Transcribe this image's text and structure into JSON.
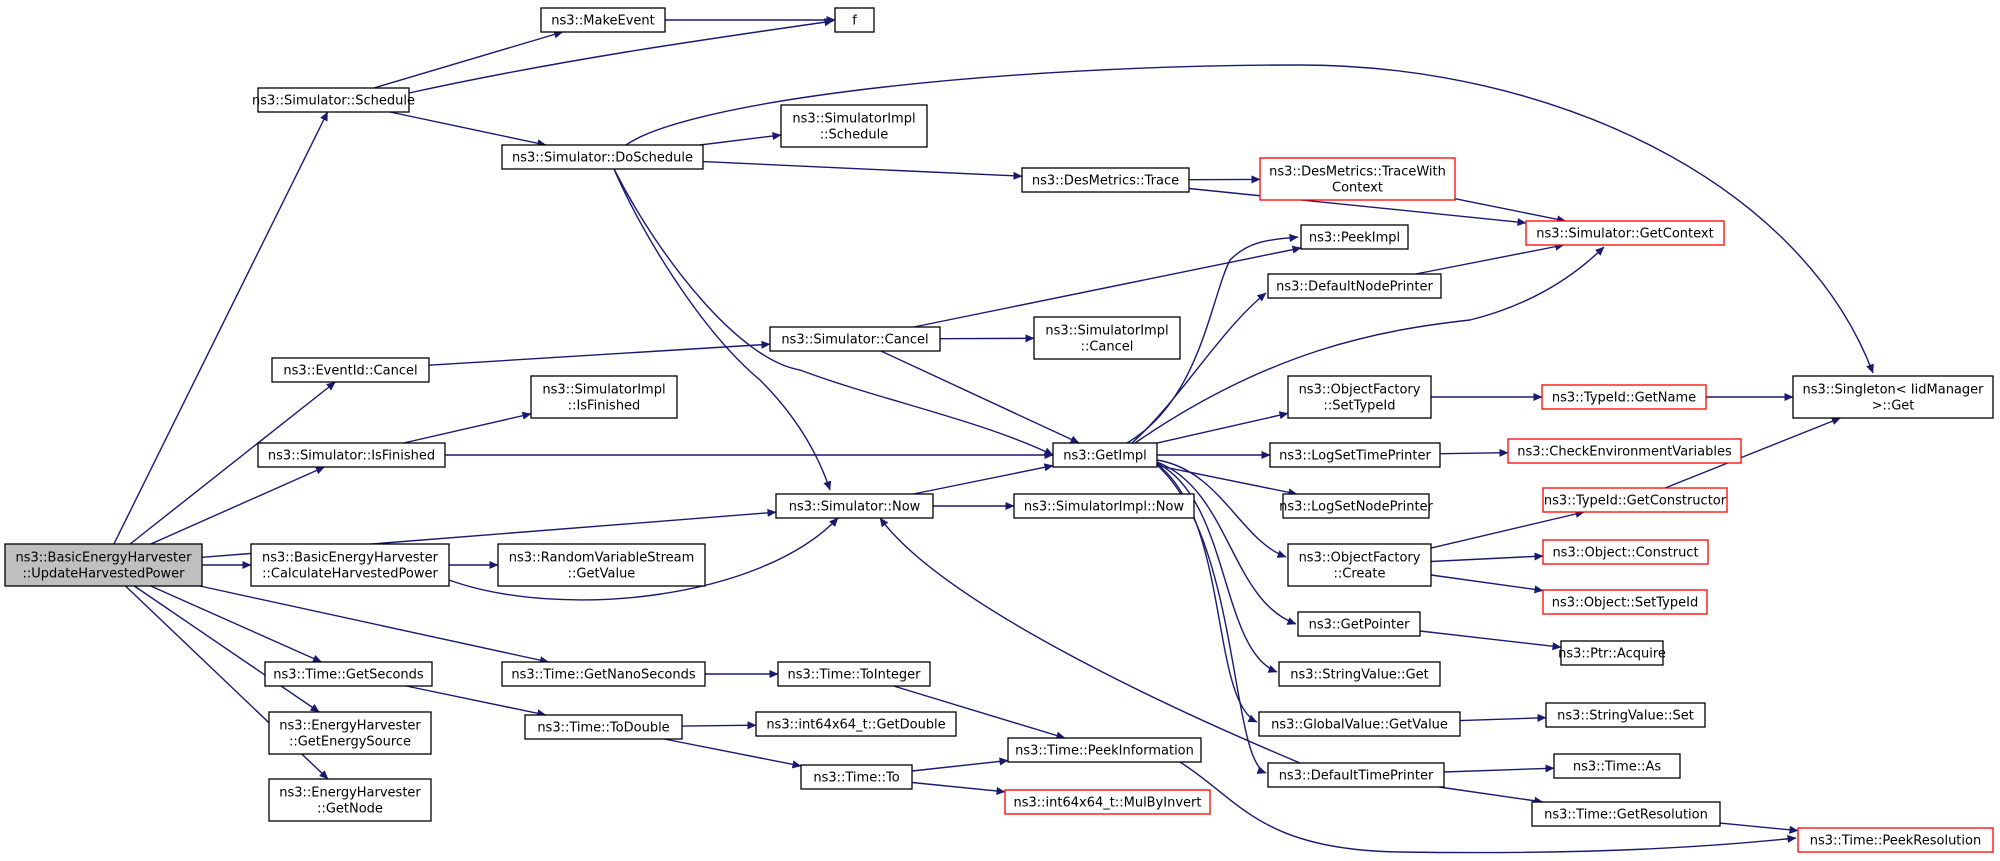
{
  "colors": {
    "edge": "#191970",
    "node_border": "#000000",
    "incomplete_border": "#ff0000",
    "root_fill": "#bfbfbf",
    "node_fill": "#ffffff"
  },
  "nodes": [
    {
      "id": "root",
      "lines": [
        "ns3::BasicEnergyHarvester",
        "::UpdateHarvestedPower"
      ],
      "style": "root"
    },
    {
      "id": "sched",
      "lines": [
        "ns3::Simulator::Schedule"
      ],
      "style": "normal"
    },
    {
      "id": "makeevent",
      "lines": [
        "ns3::MakeEvent"
      ],
      "style": "normal"
    },
    {
      "id": "f",
      "lines": [
        "f"
      ],
      "style": "normal"
    },
    {
      "id": "dosched",
      "lines": [
        "ns3::Simulator::DoSchedule"
      ],
      "style": "normal"
    },
    {
      "id": "implsched",
      "lines": [
        "ns3::SimulatorImpl",
        "::Schedule"
      ],
      "style": "normal"
    },
    {
      "id": "destrace",
      "lines": [
        "ns3::DesMetrics::Trace"
      ],
      "style": "normal"
    },
    {
      "id": "destracectx",
      "lines": [
        "ns3::DesMetrics::TraceWith",
        "Context"
      ],
      "style": "incomplete"
    },
    {
      "id": "getcontext",
      "lines": [
        "ns3::Simulator::GetContext"
      ],
      "style": "incomplete"
    },
    {
      "id": "peekimpl",
      "lines": [
        "ns3::PeekImpl"
      ],
      "style": "normal"
    },
    {
      "id": "defnodeprinter",
      "lines": [
        "ns3::DefaultNodePrinter"
      ],
      "style": "normal"
    },
    {
      "id": "eventcancel",
      "lines": [
        "ns3::EventId::Cancel"
      ],
      "style": "normal"
    },
    {
      "id": "simcancel",
      "lines": [
        "ns3::Simulator::Cancel"
      ],
      "style": "normal"
    },
    {
      "id": "implcancel",
      "lines": [
        "ns3::SimulatorImpl",
        "::Cancel"
      ],
      "style": "normal"
    },
    {
      "id": "implfinished",
      "lines": [
        "ns3::SimulatorImpl",
        "::IsFinished"
      ],
      "style": "normal"
    },
    {
      "id": "simfinished",
      "lines": [
        "ns3::Simulator::IsFinished"
      ],
      "style": "normal"
    },
    {
      "id": "getimpl",
      "lines": [
        "ns3::GetImpl"
      ],
      "style": "normal"
    },
    {
      "id": "ofsettypeid",
      "lines": [
        "ns3::ObjectFactory",
        "::SetTypeId"
      ],
      "style": "normal"
    },
    {
      "id": "typeidgetname",
      "lines": [
        "ns3::TypeId::GetName"
      ],
      "style": "incomplete"
    },
    {
      "id": "singleton",
      "lines": [
        "ns3::Singleton< IidManager",
        " >::Get"
      ],
      "style": "normal"
    },
    {
      "id": "logsettimeprinter",
      "lines": [
        "ns3::LogSetTimePrinter"
      ],
      "style": "normal"
    },
    {
      "id": "checkenv",
      "lines": [
        "ns3::CheckEnvironmentVariables"
      ],
      "style": "incomplete"
    },
    {
      "id": "simnow",
      "lines": [
        "ns3::Simulator::Now"
      ],
      "style": "normal"
    },
    {
      "id": "implnow",
      "lines": [
        "ns3::SimulatorImpl::Now"
      ],
      "style": "normal"
    },
    {
      "id": "logsetnodeprinter",
      "lines": [
        "ns3::LogSetNodePrinter"
      ],
      "style": "normal"
    },
    {
      "id": "getconstructor",
      "lines": [
        "ns3::TypeId::GetConstructor"
      ],
      "style": "incomplete"
    },
    {
      "id": "calcharvested",
      "lines": [
        "ns3::BasicEnergyHarvester",
        "::CalculateHarvestedPower"
      ],
      "style": "normal"
    },
    {
      "id": "rvsgetvalue",
      "lines": [
        "ns3::RandomVariableStream",
        "::GetValue"
      ],
      "style": "normal"
    },
    {
      "id": "ofcreate",
      "lines": [
        "ns3::ObjectFactory",
        "::Create"
      ],
      "style": "normal"
    },
    {
      "id": "objconstruct",
      "lines": [
        "ns3::Object::Construct"
      ],
      "style": "incomplete"
    },
    {
      "id": "objsettypeid",
      "lines": [
        "ns3::Object::SetTypeId"
      ],
      "style": "incomplete"
    },
    {
      "id": "getpointer",
      "lines": [
        "ns3::GetPointer"
      ],
      "style": "normal"
    },
    {
      "id": "ptracquire",
      "lines": [
        "ns3::Ptr::Acquire"
      ],
      "style": "normal"
    },
    {
      "id": "timegetseconds",
      "lines": [
        "ns3::Time::GetSeconds"
      ],
      "style": "normal"
    },
    {
      "id": "timegetnano",
      "lines": [
        "ns3::Time::GetNanoSeconds"
      ],
      "style": "normal"
    },
    {
      "id": "timetointeger",
      "lines": [
        "ns3::Time::ToInteger"
      ],
      "style": "normal"
    },
    {
      "id": "stringvalueget",
      "lines": [
        "ns3::StringValue::Get"
      ],
      "style": "normal"
    },
    {
      "id": "ehgetenergysource",
      "lines": [
        "ns3::EnergyHarvester",
        "::GetEnergySource"
      ],
      "style": "normal"
    },
    {
      "id": "timetodouble",
      "lines": [
        "ns3::Time::ToDouble"
      ],
      "style": "normal"
    },
    {
      "id": "i64getdouble",
      "lines": [
        "ns3::int64x64_t::GetDouble"
      ],
      "style": "normal"
    },
    {
      "id": "globalgetvalue",
      "lines": [
        "ns3::GlobalValue::GetValue"
      ],
      "style": "normal"
    },
    {
      "id": "stringvalueset",
      "lines": [
        "ns3::StringValue::Set"
      ],
      "style": "normal"
    },
    {
      "id": "peekinfo",
      "lines": [
        "ns3::Time::PeekInformation"
      ],
      "style": "normal"
    },
    {
      "id": "timeto",
      "lines": [
        "ns3::Time::To"
      ],
      "style": "normal"
    },
    {
      "id": "deftimeprinter",
      "lines": [
        "ns3::DefaultTimePrinter"
      ],
      "style": "normal"
    },
    {
      "id": "timeas",
      "lines": [
        "ns3::Time::As"
      ],
      "style": "normal"
    },
    {
      "id": "ehgetnode",
      "lines": [
        "ns3::EnergyHarvester",
        "::GetNode"
      ],
      "style": "normal"
    },
    {
      "id": "mulbyinvert",
      "lines": [
        "ns3::int64x64_t::MulByInvert"
      ],
      "style": "incomplete"
    },
    {
      "id": "getresolution",
      "lines": [
        "ns3::Time::GetResolution"
      ],
      "style": "normal"
    },
    {
      "id": "peekresolution",
      "lines": [
        "ns3::Time::PeekResolution"
      ],
      "style": "incomplete"
    }
  ],
  "edges": [
    [
      "root",
      "sched"
    ],
    [
      "root",
      "eventcancel"
    ],
    [
      "root",
      "simfinished"
    ],
    [
      "root",
      "simnow"
    ],
    [
      "root",
      "calcharvested"
    ],
    [
      "root",
      "timegetseconds"
    ],
    [
      "root",
      "timegetnano"
    ],
    [
      "root",
      "ehgetenergysource"
    ],
    [
      "root",
      "ehgetnode"
    ],
    [
      "sched",
      "makeevent"
    ],
    [
      "sched",
      "f"
    ],
    [
      "sched",
      "dosched"
    ],
    [
      "makeevent",
      "f"
    ],
    [
      "dosched",
      "implsched"
    ],
    [
      "dosched",
      "destrace"
    ],
    [
      "dosched",
      "singleton"
    ],
    [
      "dosched",
      "getimpl"
    ],
    [
      "dosched",
      "simnow"
    ],
    [
      "destrace",
      "destracectx"
    ],
    [
      "destrace",
      "getcontext"
    ],
    [
      "destracectx",
      "getcontext"
    ],
    [
      "eventcancel",
      "simcancel"
    ],
    [
      "simcancel",
      "implcancel"
    ],
    [
      "simcancel",
      "peekimpl"
    ],
    [
      "simcancel",
      "getimpl"
    ],
    [
      "simfinished",
      "implfinished"
    ],
    [
      "simfinished",
      "getimpl"
    ],
    [
      "simnow",
      "getimpl"
    ],
    [
      "simnow",
      "implnow"
    ],
    [
      "calcharvested",
      "rvsgetvalue"
    ],
    [
      "calcharvested",
      "simnow"
    ],
    [
      "getimpl",
      "peekimpl"
    ],
    [
      "getimpl",
      "defnodeprinter"
    ],
    [
      "getimpl",
      "getcontext"
    ],
    [
      "getimpl",
      "ofsettypeid"
    ],
    [
      "getimpl",
      "logsettimeprinter"
    ],
    [
      "getimpl",
      "logsetnodeprinter"
    ],
    [
      "getimpl",
      "ofcreate"
    ],
    [
      "getimpl",
      "getpointer"
    ],
    [
      "getimpl",
      "stringvalueget"
    ],
    [
      "getimpl",
      "globalgetvalue"
    ],
    [
      "getimpl",
      "deftimeprinter"
    ],
    [
      "defnodeprinter",
      "getcontext"
    ],
    [
      "ofsettypeid",
      "typeidgetname"
    ],
    [
      "typeidgetname",
      "singleton"
    ],
    [
      "logsettimeprinter",
      "checkenv"
    ],
    [
      "ofcreate",
      "getconstructor"
    ],
    [
      "ofcreate",
      "objconstruct"
    ],
    [
      "ofcreate",
      "objsettypeid"
    ],
    [
      "getconstructor",
      "singleton"
    ],
    [
      "getpointer",
      "ptracquire"
    ],
    [
      "globalgetvalue",
      "stringvalueset"
    ],
    [
      "deftimeprinter",
      "simnow"
    ],
    [
      "deftimeprinter",
      "timeas"
    ],
    [
      "deftimeprinter",
      "getresolution"
    ],
    [
      "getresolution",
      "peekresolution"
    ],
    [
      "timegetseconds",
      "timetodouble"
    ],
    [
      "timegetnano",
      "timetointeger"
    ],
    [
      "timetointeger",
      "peekinfo"
    ],
    [
      "timetodouble",
      "i64getdouble"
    ],
    [
      "timetodouble",
      "timeto"
    ],
    [
      "timeto",
      "peekinfo"
    ],
    [
      "timeto",
      "mulbyinvert"
    ],
    [
      "peekinfo",
      "peekresolution"
    ]
  ]
}
